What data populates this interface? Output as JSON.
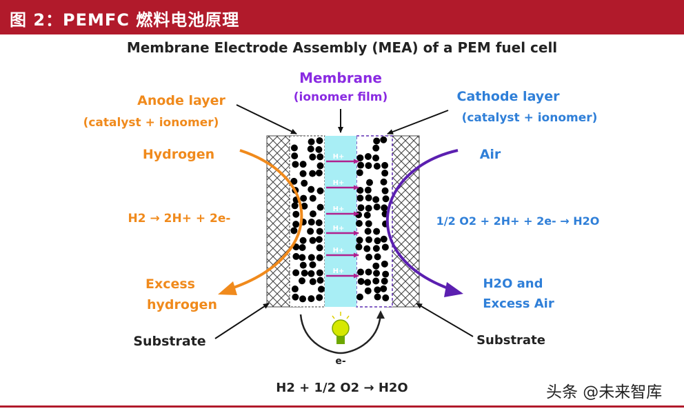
{
  "header": {
    "figure_title": "图 2：PEMFC 燃料电池原理"
  },
  "diagram": {
    "title": "Membrane Electrode Assembly (MEA) of a PEM fuel cell",
    "membrane_label": "Membrane",
    "membrane_sublabel": "(ionomer film)",
    "anode_label": "Anode layer",
    "anode_sublabel": "(catalyst + ionomer)",
    "cathode_label": "Cathode layer",
    "cathode_sublabel": "(catalyst + ionomer)",
    "hydrogen_label": "Hydrogen",
    "air_label": "Air",
    "excess_hydrogen_line1": "Excess",
    "excess_hydrogen_line2": "hydrogen",
    "h2o_excess_air_line1": "H2O and",
    "h2o_excess_air_line2": "Excess Air",
    "substrate_left": "Substrate",
    "substrate_right": "Substrate",
    "proton_label": "H+",
    "electron_label": "e-",
    "anode_equation": "H2 → 2H+ + 2e-",
    "cathode_equation": "1/2 O2 + 2H+ + 2e- → H2O",
    "overall_equation": "H2 + 1/2 O2 → H2O"
  },
  "colors": {
    "banner": "#b11a2b",
    "anode": "#f08a1c",
    "membrane_text": "#8a2be2",
    "cathode": "#2f7fd8",
    "membrane_fill": "#a8eef5",
    "air_arrow": "#5b1fb0"
  },
  "watermark": "头条 @未来智库"
}
